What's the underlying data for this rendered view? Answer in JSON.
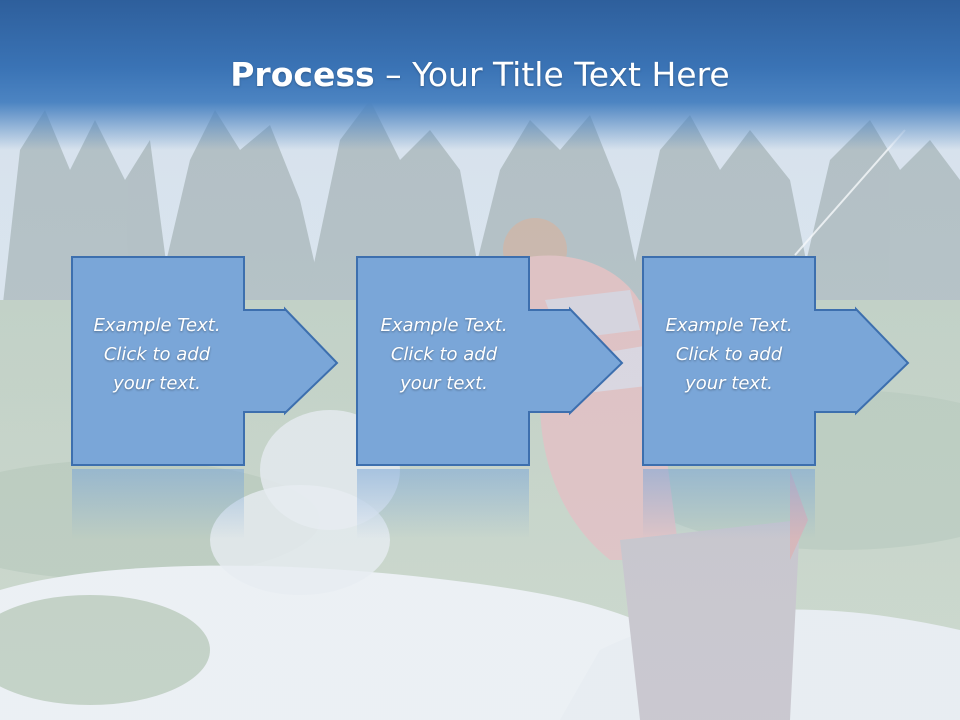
{
  "slide": {
    "title_bold": "Process",
    "title_rest": " – Your Title Text Here"
  },
  "steps": [
    {
      "text": "Example Text.\nClick  to add\nyour text."
    },
    {
      "text": "Example Text.\nClick  to add\nyour text."
    },
    {
      "text": "Example Text.\nClick  to add\nyour text."
    }
  ],
  "colors": {
    "title_band": "#3a73b5",
    "shape_fill": "#7aa6d8",
    "shape_stroke": "#3d6fae",
    "text": "#ffffff"
  },
  "background": {
    "scene": "golfer-in-sand-bunker-photo"
  }
}
